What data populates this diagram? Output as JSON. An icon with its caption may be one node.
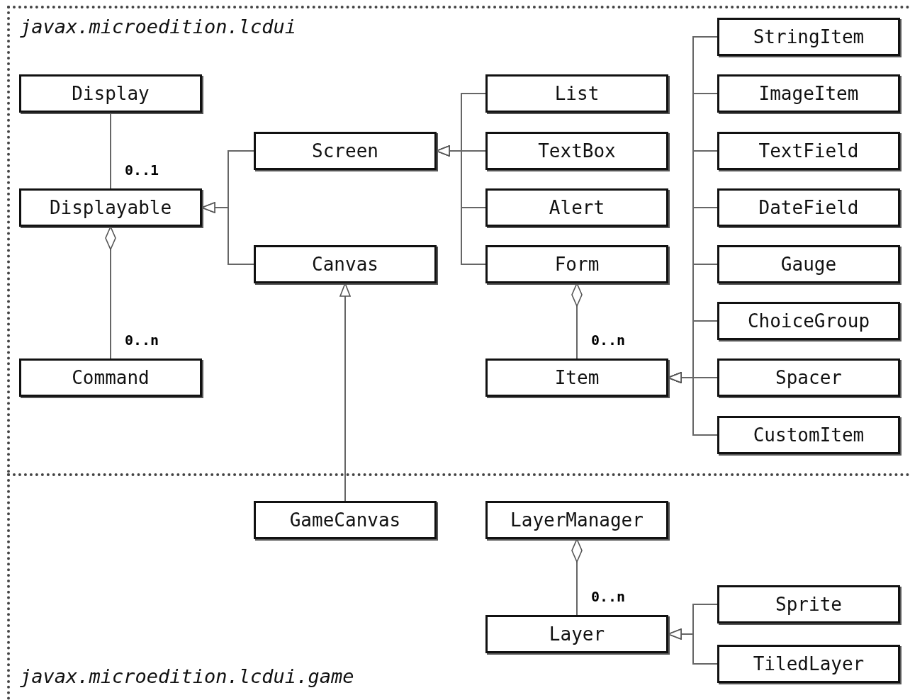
{
  "diagram": {
    "nodes": [
      {
        "text": [
          "javax.microedition.lcdui"
        ]
      },
      {
        "text": [
          "Display"
        ],
        "in": 0
      },
      {
        "text": [
          "Screen"
        ],
        "in": 0
      },
      {
        "text": [
          "List"
        ],
        "in": 0
      },
      {
        "text": [
          "TextBox"
        ],
        "in": 0
      },
      {
        "text": [
          "Alert"
        ],
        "in": 0
      },
      {
        "text": [
          "Form"
        ],
        "in": 0
      },
      {
        "text": [
          "StringItem"
        ],
        "in": 0
      },
      {
        "text": [
          "ImageItem"
        ],
        "in": 0
      },
      {
        "text": [
          "TextField"
        ],
        "in": 0
      },
      {
        "text": [
          "DateField"
        ],
        "in": 0
      },
      {
        "text": [
          "Gauge"
        ],
        "in": 0
      },
      {
        "text": [
          "ChoiceGroup"
        ],
        "in": 0
      },
      {
        "text": [
          "Spacer"
        ],
        "in": 0
      },
      {
        "text": [
          "CustomItem"
        ],
        "in": 0
      },
      {
        "text": [
          "Displayable"
        ],
        "in": 0
      },
      {
        "text": [
          "Canvas"
        ],
        "in": 0
      },
      {
        "text": [
          "Command"
        ],
        "in": 0
      },
      {
        "text": [
          "Item"
        ],
        "in": 0
      },
      {
        "text": [
          "javax.microedition.lcdui.game"
        ]
      },
      {
        "text": [
          "GameCanvas"
        ],
        "in": 19
      },
      {
        "text": [
          "LayerManager"
        ],
        "in": 19
      },
      {
        "text": [
          "Layer"
        ],
        "in": 19
      },
      {
        "text": [
          "Sprite"
        ],
        "in": 19
      },
      {
        "text": [
          "TiledLayer"
        ],
        "in": 19
      }
    ],
    "edges": [
      {
        "from": 1,
        "to": 15,
        "arrow": "none",
        "label": "0..1"
      },
      {
        "from": 15,
        "to": 17,
        "arrow": "other",
        "label": "0..n"
      },
      {
        "from": 2,
        "to": 15,
        "arrow": "to"
      },
      {
        "from": 16,
        "to": 15,
        "arrow": "to"
      },
      {
        "from": 3,
        "to": 2,
        "arrow": "to"
      },
      {
        "from": 4,
        "to": 2,
        "arrow": "to"
      },
      {
        "from": 5,
        "to": 2,
        "arrow": "to"
      },
      {
        "from": 6,
        "to": 2,
        "arrow": "to"
      },
      {
        "from": 6,
        "to": 18,
        "arrow": "other",
        "label": "0..n"
      },
      {
        "from": 7,
        "to": 18,
        "arrow": "to"
      },
      {
        "from": 8,
        "to": 18,
        "arrow": "to"
      },
      {
        "from": 9,
        "to": 18,
        "arrow": "to"
      },
      {
        "from": 10,
        "to": 18,
        "arrow": "to"
      },
      {
        "from": 11,
        "to": 18,
        "arrow": "to"
      },
      {
        "from": 12,
        "to": 18,
        "arrow": "to"
      },
      {
        "from": 13,
        "to": 18,
        "arrow": "to"
      },
      {
        "from": 14,
        "to": 18,
        "arrow": "to"
      },
      {
        "from": 20,
        "to": 16,
        "arrow": "to"
      },
      {
        "from": 21,
        "to": 22,
        "arrow": "other",
        "label": "0..n"
      },
      {
        "from": 23,
        "to": 22,
        "arrow": "to"
      },
      {
        "from": 24,
        "to": 22,
        "arrow": "to"
      }
    ]
  }
}
